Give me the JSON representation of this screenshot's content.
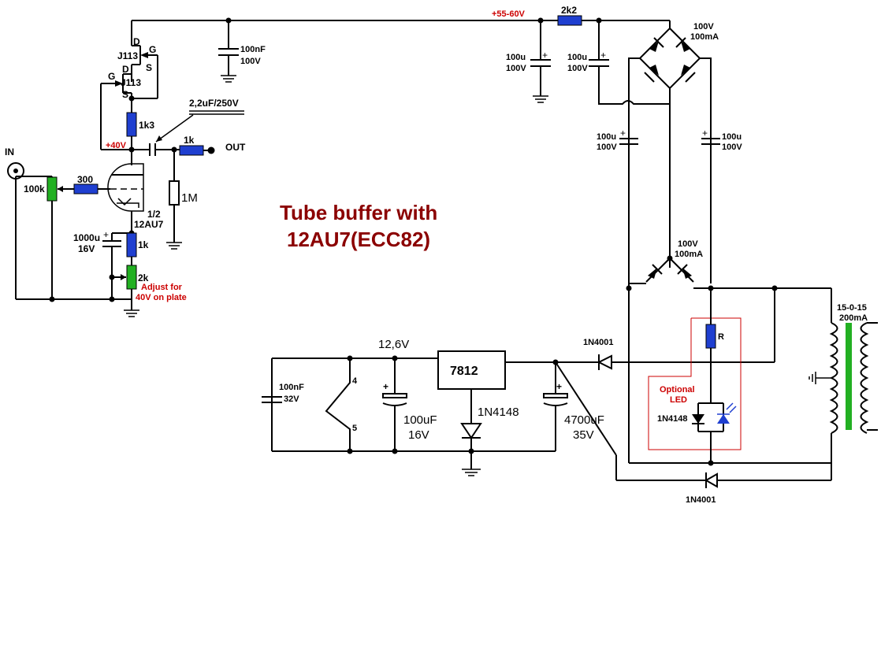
{
  "title": {
    "line1": "Tube buffer with",
    "line2": "12AU7(ECC82)"
  },
  "labels": {
    "in": "IN",
    "out": "OUT",
    "j113_top": "J113",
    "j113_bottom": "J113",
    "pin_d1": "D",
    "pin_g1": "G",
    "pin_s1": "S",
    "pin_d2": "D",
    "pin_g2": "G",
    "pin_s2": "S",
    "r_1k3": "1k3",
    "c_coupling": "2,2uF/250V",
    "r_out_1k": "1k",
    "r_1m": "1M",
    "plus40": "+40V",
    "pot_100k": "100k",
    "r_300": "300",
    "tube_half": "1/2",
    "tube_type": "12AU7",
    "c_cathode_value": "1000u",
    "c_cathode_voltage": "16V",
    "r_cathode_1k": "1k",
    "pot_2k": "2k",
    "adjust_line1": "Adjust for",
    "adjust_line2": "40V on plate",
    "c_100nf_value": "100nF",
    "c_100nf_voltage": "100V",
    "supply_label": "+55-60V",
    "r_2k2": "2k2",
    "c_100u_a_value": "100u",
    "c_100u_a_voltage": "100V",
    "c_100u_b_value": "100u",
    "c_100u_b_voltage": "100V",
    "bridge_top_voltage": "100V",
    "bridge_top_current": "100mA",
    "c_100u_c_value": "100u",
    "c_100u_c_voltage": "100V",
    "c_100u_d_value": "100u",
    "c_100u_d_voltage": "100V",
    "bridge_bottom_voltage": "100V",
    "bridge_bottom_current": "100mA",
    "transformer_rating": "15-0-15",
    "transformer_current": "200mA",
    "r_led": "R",
    "optional_line1": "Optional",
    "optional_line2": "LED",
    "d_led_series": "1N4148",
    "d_1n4001_top": "1N4001",
    "d_1n4001_bottom": "1N4001",
    "regulator": "7812",
    "rail_12v6": "12,6V",
    "c_100nf32_value": "100nF",
    "c_100nf32_voltage": "32V",
    "heater_pin4": "4",
    "heater_pin5": "5",
    "c_100uf_value": "100uF",
    "c_100uf_voltage": "16V",
    "d_1n4148_reg": "1N4148",
    "c_4700_value": "4700uF",
    "c_4700_voltage": "35V"
  },
  "colors": {
    "resistor": "#1f3fd0",
    "potentiometer": "#22b022",
    "transformer_core": "#22b022",
    "led": "#1f3fd0",
    "title": "#8b0000",
    "annotation_red": "#cc0000"
  }
}
